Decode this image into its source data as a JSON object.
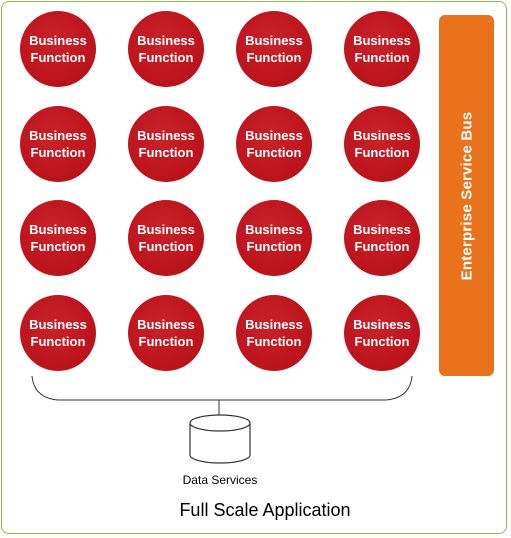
{
  "diagram": {
    "business_function_label": "Business\nFunction",
    "business_function_rows": 4,
    "business_function_cols": 4,
    "esb_label": "Enterprise Service Bus",
    "data_services_label": "Data Services",
    "application_title": "Full Scale Application",
    "colors": {
      "business_function": "#be141d",
      "esb": "#e8731c",
      "frame_border": "#8fb55a"
    }
  }
}
